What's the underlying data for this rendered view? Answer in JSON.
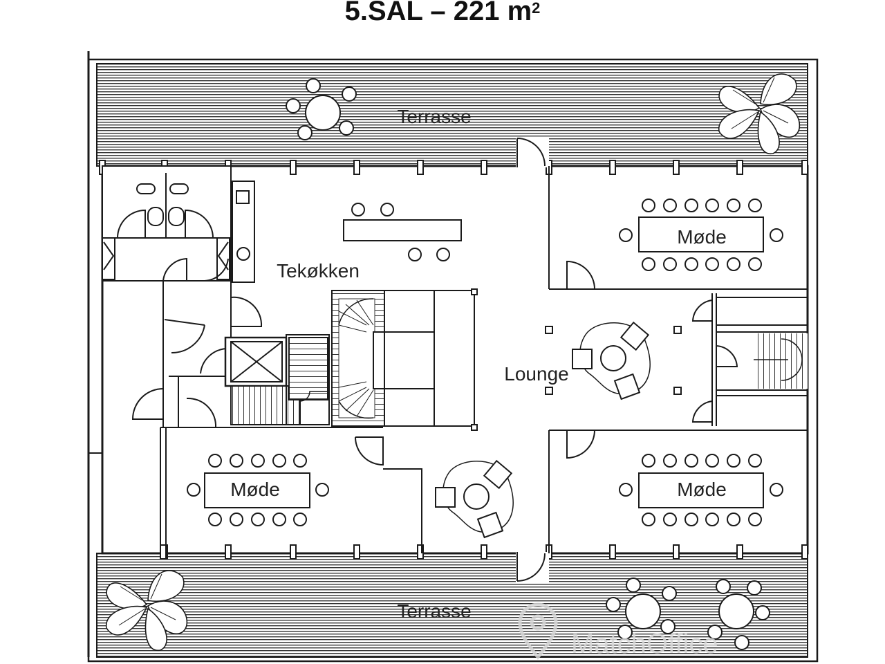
{
  "header": {
    "title": "5.SAL – 221 m",
    "title_sup": "2"
  },
  "rooms": {
    "terrace_top": "Terrasse",
    "terrace_bottom": "Terrasse",
    "kitchen": "Tekøkken",
    "lounge": "Lounge",
    "meeting_top_right": "Møde",
    "meeting_bottom_left": "Møde",
    "meeting_bottom_right": "Møde"
  },
  "watermark": {
    "text": "MatchOffice",
    "icon": "location-pin-icon"
  },
  "colors": {
    "line": "#1a1a1a",
    "text": "#222222",
    "watermark": "#d9d9d9"
  }
}
